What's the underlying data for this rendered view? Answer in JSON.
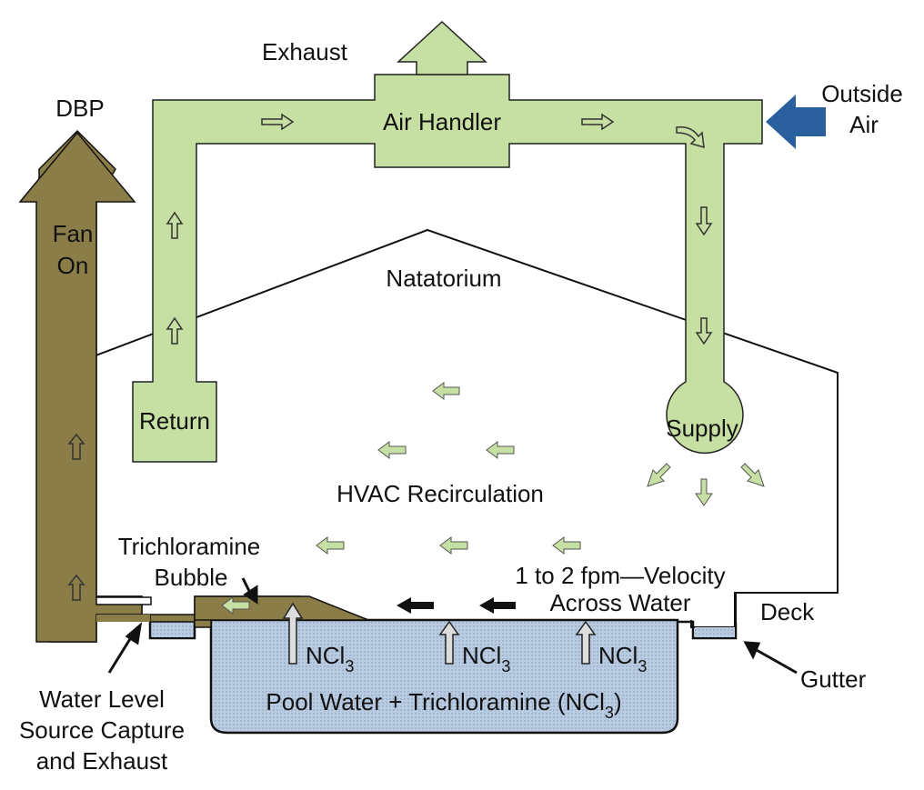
{
  "colors": {
    "duct_green": "#c6dfa2",
    "duct_stroke": "#222222",
    "dbp_brown": "#8b7d48",
    "outside_air_blue": "#2a5f9e",
    "water_blue": "#b8cbe0",
    "black": "#111111"
  },
  "labels": {
    "exhaust": "Exhaust",
    "air_handler": "Air Handler",
    "outside_air_line1": "Outside",
    "outside_air_line2": "Air",
    "dbp": "DBP",
    "fan_line1": "Fan",
    "fan_line2": "On",
    "natatorium": "Natatorium",
    "return": "Return",
    "supply": "Supply",
    "hvac_recirculation": "HVAC Recirculation",
    "trichloramine_line1": "Trichloramine",
    "trichloramine_line2": "Bubble",
    "velocity_line1": "1 to 2 fpm—Velocity",
    "velocity_line2": "Across Water",
    "deck": "Deck",
    "gutter": "Gutter",
    "water_level_line1": "Water Level",
    "water_level_line2": "Source Capture",
    "water_level_line3": "and Exhaust",
    "ncl3_main": "NCl",
    "ncl3_sub": "3",
    "pool_water_prefix": "Pool Water + Trichloramine (NCl",
    "pool_water_sub": "3",
    "pool_water_suffix": ")"
  }
}
